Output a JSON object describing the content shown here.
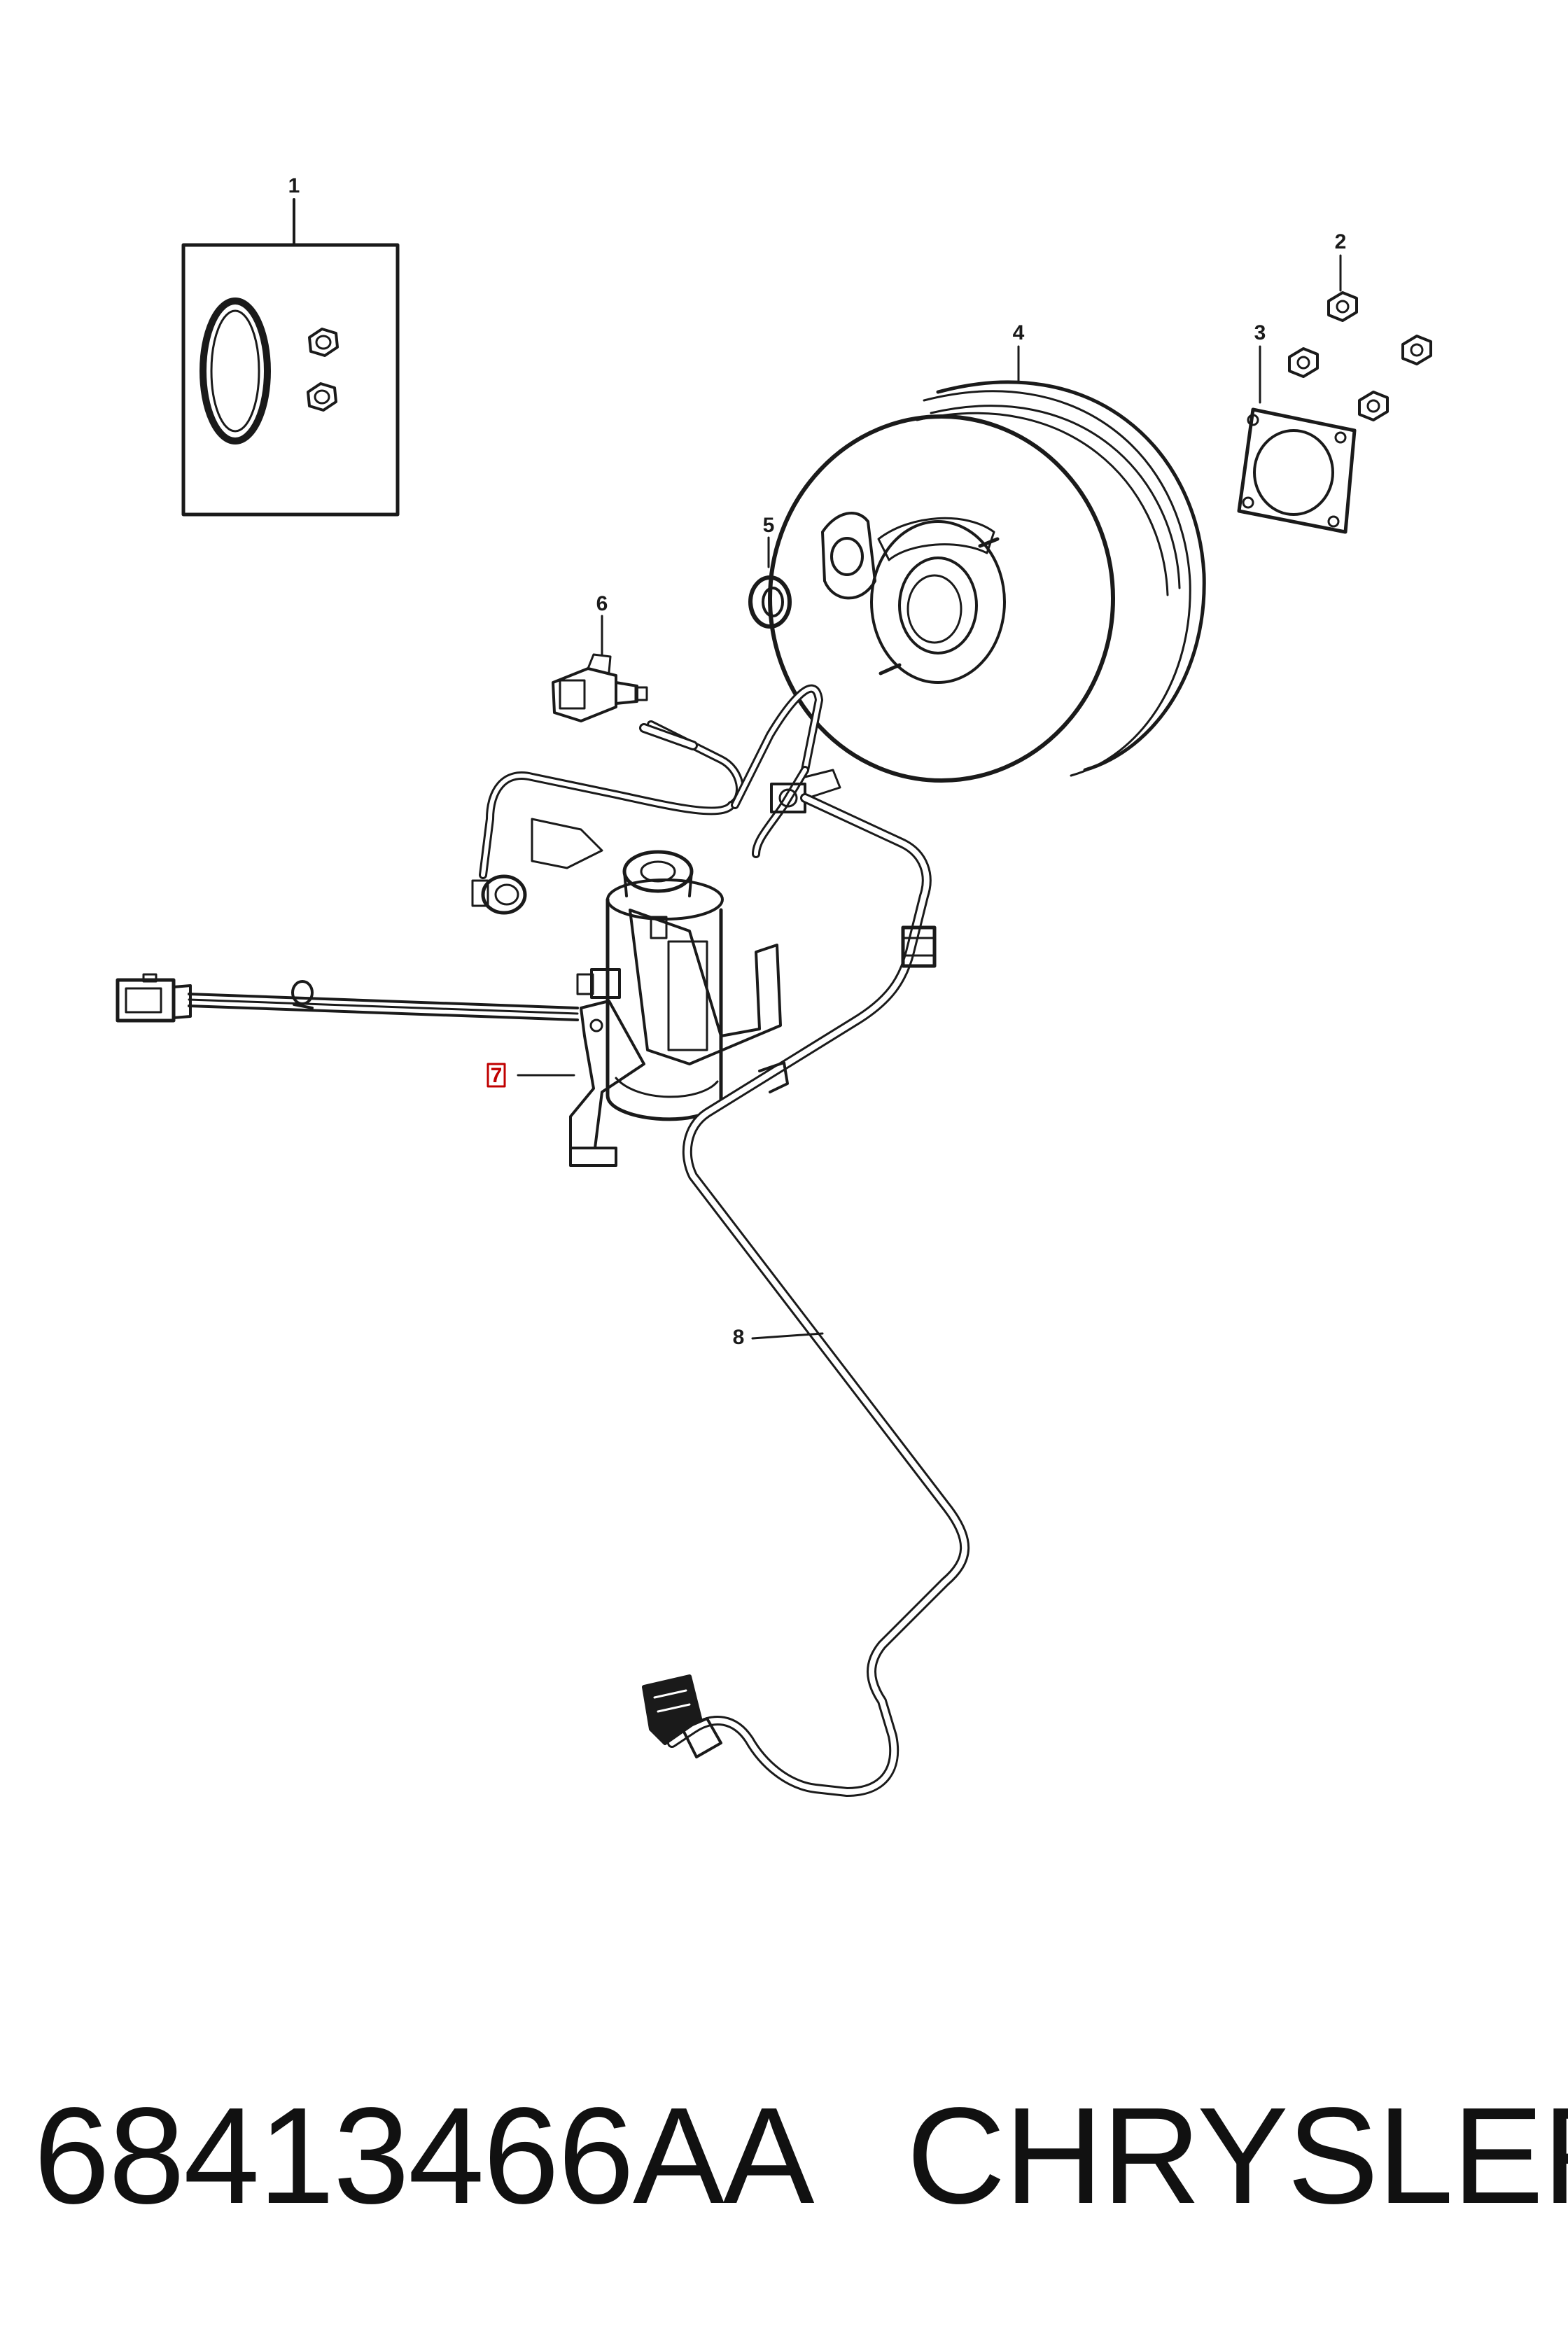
{
  "callouts": {
    "c1": "1",
    "c2": "2",
    "c3": "3",
    "c4": "4",
    "c5": "5",
    "c6": "6",
    "c7": "7",
    "c8": "8"
  },
  "footer": {
    "part_number": "68413466AA",
    "brand": "CHRYSLER"
  },
  "colors": {
    "line": "#1a1a1a",
    "highlight": "#c00000",
    "background": "#ffffff"
  }
}
